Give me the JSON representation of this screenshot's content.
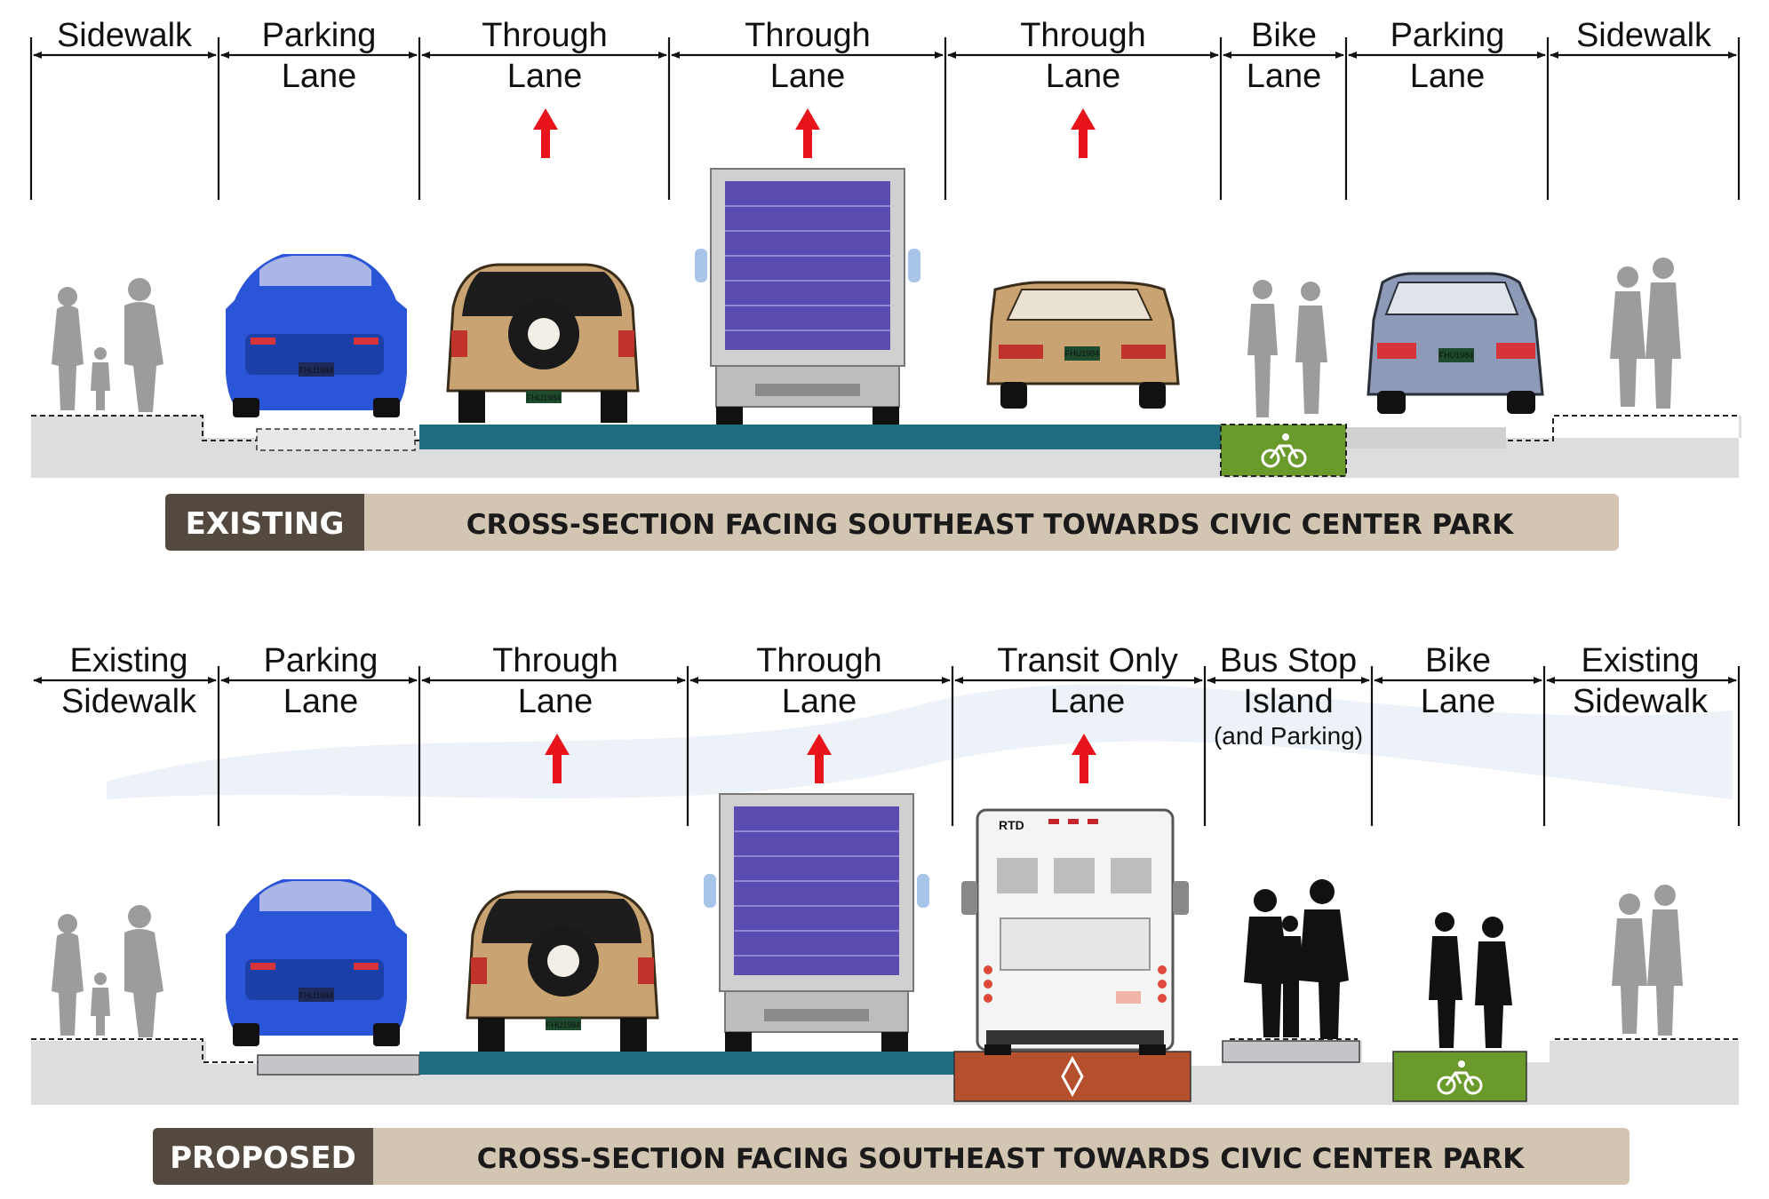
{
  "existing": {
    "segments": [
      {
        "line1": "Sidewalk",
        "line2": ""
      },
      {
        "line1": "Parking",
        "line2": "Lane"
      },
      {
        "line1": "Through",
        "line2": "Lane"
      },
      {
        "line1": "Through",
        "line2": "Lane"
      },
      {
        "line1": "Through",
        "line2": "Lane"
      },
      {
        "line1": "Bike",
        "line2": "Lane"
      },
      {
        "line1": "Parking",
        "line2": "Lane"
      },
      {
        "line1": "Sidewalk",
        "line2": ""
      }
    ],
    "badge": "EXISTING",
    "title": "CROSS-SECTION FACING SOUTHEAST TOWARDS CIVIC CENTER PARK"
  },
  "proposed": {
    "segments": [
      {
        "line1": "Existing",
        "line2": "Sidewalk"
      },
      {
        "line1": "Parking",
        "line2": "Lane"
      },
      {
        "line1": "Through",
        "line2": "Lane"
      },
      {
        "line1": "Through",
        "line2": "Lane"
      },
      {
        "line1": "Transit Only",
        "line2": "Lane"
      },
      {
        "line1": "Bus Stop",
        "line2": "Island",
        "line3": "(and Parking)"
      },
      {
        "line1": "Bike",
        "line2": "Lane"
      },
      {
        "line1": "Existing",
        "line2": "Sidewalk"
      }
    ],
    "badge": "PROPOSED",
    "title": "CROSS-SECTION FACING SOUTHEAST TOWARDS CIVIC CENTER PARK"
  },
  "plates": {
    "car": "FHU1984"
  },
  "bus_logo": "RTD",
  "colors": {
    "through_lane": "#1e6e80",
    "bike_lane": "#6a9a2c",
    "transit_lane": "#b4502e",
    "direction_arrow": "#e8141c",
    "badge_bg": "#54493e",
    "title_bg": "#d2c5b1",
    "car_blue": "#2a55d8",
    "car_tan": "#c9a472",
    "truck_box": "#5a4cb0",
    "pedestrian_grey": "#9c9c9c",
    "pedestrian_black": "#111111"
  }
}
